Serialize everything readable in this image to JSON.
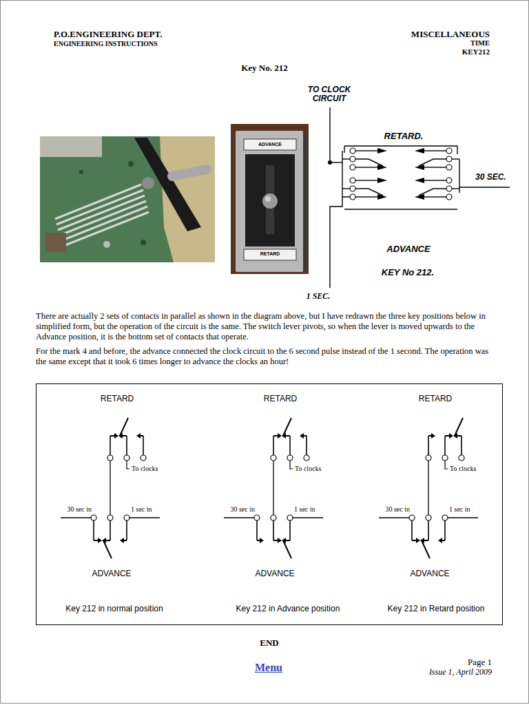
{
  "diagram": {
    "title": "Key No. 212",
    "nodes": [
      {
        "text": [
          "RETARD",
          "To clocks",
          "30 sec in",
          "1 sec in",
          "ADVANCE",
          "Key 212 in normal position",
          "RETARD",
          "To clocks",
          "30 sec in",
          "1 sec in",
          "ADVANCE",
          "Key 212 in Advance position",
          "RETARD",
          "To clocks",
          "30 sec in",
          "1 sec in",
          "ADVANCE",
          "Key 212 in Retard position"
        ]
      }
    ],
    "labels": [
      "P.O.ENGINEERING DEPT.",
      "ENGINEERING INSTRUCTIONS",
      "MISCELLANEOUS",
      "TIME",
      "KEY212",
      "TO CLOCK CIRCUIT",
      "ADVANCE",
      "RETARD.",
      "30 SEC.",
      "RETARD",
      "ADVANCE",
      "KEY No 212.",
      "1 SEC.",
      "There are actually 2 sets of contacts in parallel as shown in the diagram above, but I have redrawn the three key positions below in simplified form, but the operation of the circuit is the same. The switch lever pivots, so when the lever is moved upwards to the Advance position, it is the bottom set of contacts that operate.",
      "For the mark 4 and before, the advance connected the clock circuit to the 6 second pulse instead of the 1 second. The operation was the same except that it took 6 times longer to advance the clocks an hour!",
      "END",
      "Menu",
      "Page 1",
      "Issue 1, April 2009"
    ]
  }
}
